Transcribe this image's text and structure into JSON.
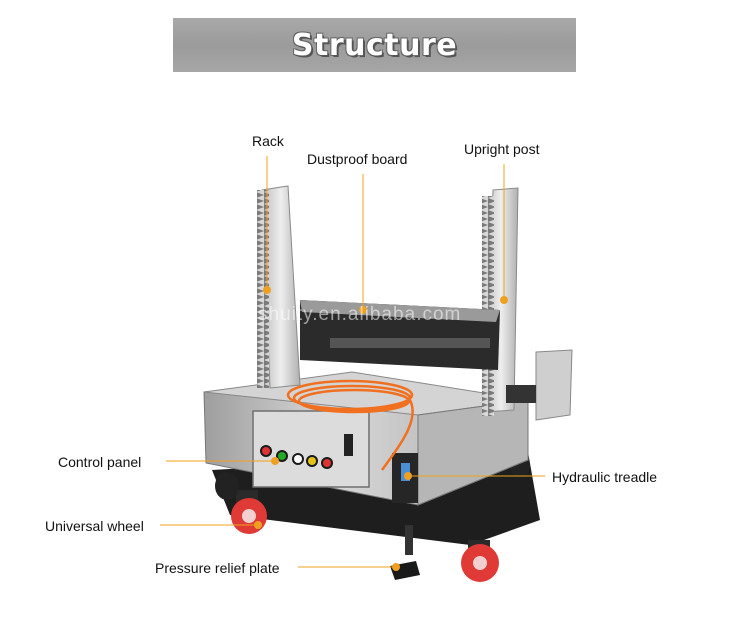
{
  "title": "Structure",
  "watermark": "shuity.en.alibaba.com",
  "labels": {
    "rack": "Rack",
    "dustproof_board": "Dustproof board",
    "upright_post": "Upright post",
    "control_panel": "Control panel",
    "hydraulic_treadle": "Hydraulic treadle",
    "universal_wheel": "Universal wheel",
    "pressure_relief_plate": "Pressure relief plate"
  },
  "colors": {
    "leader": "#f0a020",
    "banner": "#a3a3a3",
    "steel": "#c9c9c9",
    "wheel": "#e03a36",
    "hose": "#f07020"
  }
}
